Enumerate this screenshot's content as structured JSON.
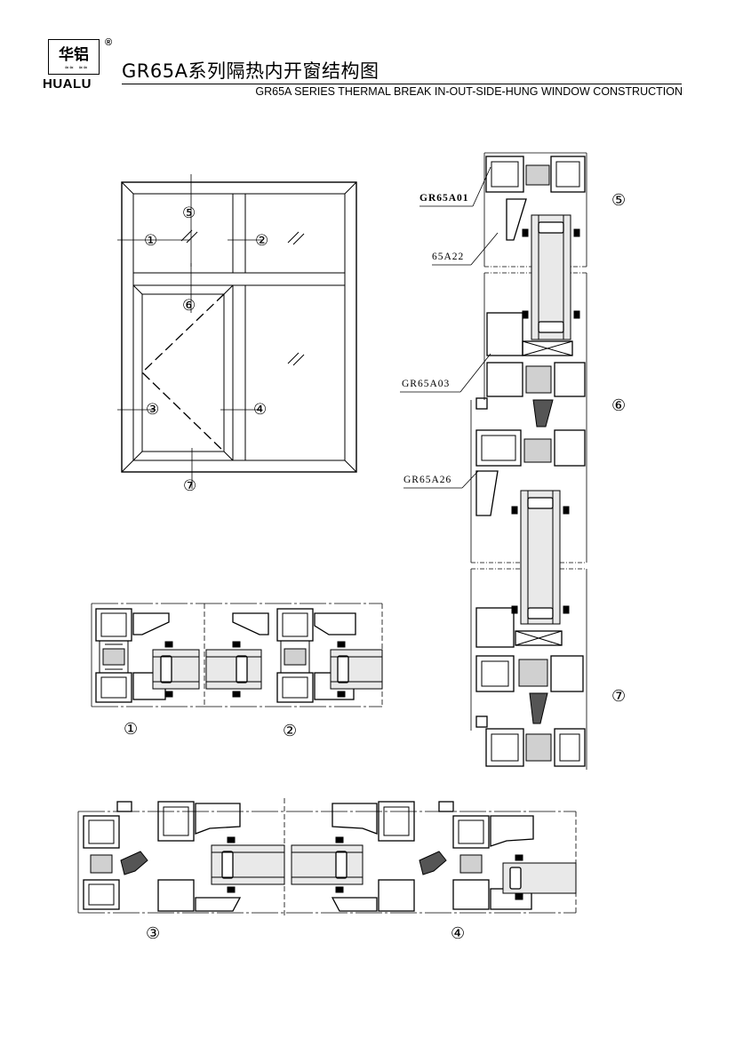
{
  "header": {
    "logo_cn": "华铝",
    "logo_en": "HUALU",
    "registered_mark": "®",
    "title_cn": "GR65A系列隔热内开窗结构图",
    "title_en": "GR65A SERIES THERMAL BREAK  IN-OUT-SIDE-HUNG WINDOW CONSTRUCTION"
  },
  "markers": [
    "①",
    "②",
    "③",
    "④",
    "⑤",
    "⑥",
    "⑦"
  ],
  "profile_labels": {
    "frame": "GR65A01",
    "bead": "65A22",
    "sash": "GR65A03",
    "mullion": "GR65A26"
  },
  "section_captions": {
    "s1": "①",
    "s2": "②",
    "s3": "③",
    "s4": "④",
    "s5": "⑤",
    "s6": "⑥",
    "s7": "⑦"
  },
  "colors": {
    "line": "#000000",
    "background": "#ffffff",
    "glass": "#e9e9e9"
  }
}
